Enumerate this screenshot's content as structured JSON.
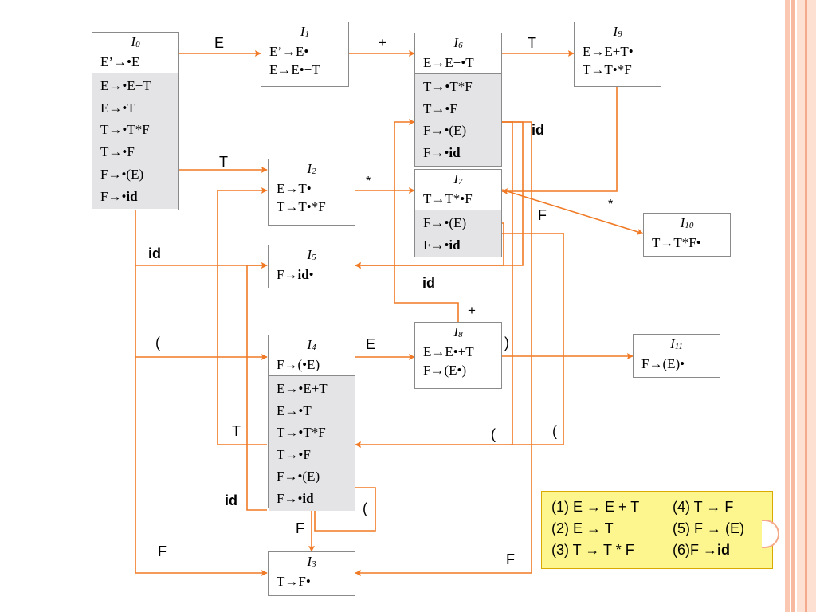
{
  "states": {
    "I0": {
      "name": "I",
      "sub": "0",
      "kernel": [
        "E’→•E"
      ],
      "closure": [
        "E→•E+T",
        "E→•T",
        "T→•T*F",
        "T→•F",
        "F→•(E)",
        "F→•id"
      ]
    },
    "I1": {
      "name": "I",
      "sub": "1",
      "kernel": [
        "E’→E•",
        "E→E•+T"
      ]
    },
    "I2": {
      "name": "I",
      "sub": "2",
      "kernel": [
        "E→T•",
        "T→T•*F"
      ]
    },
    "I3": {
      "name": "I",
      "sub": "3",
      "kernel": [
        "T→F•"
      ]
    },
    "I4": {
      "name": "I",
      "sub": "4",
      "kernel": [
        "F→(•E)"
      ],
      "closure": [
        "E→•E+T",
        "E→•T",
        "T→•T*F",
        "T→•F",
        "F→•(E)",
        "F→•id"
      ]
    },
    "I5": {
      "name": "I",
      "sub": "5",
      "kernel": [
        "F→id•"
      ]
    },
    "I6": {
      "name": "I",
      "sub": "6",
      "kernel": [
        "E→E+•T"
      ],
      "closure": [
        "T→•T*F",
        "T→•F",
        "F→•(E)",
        "F→•id"
      ]
    },
    "I7": {
      "name": "I",
      "sub": "7",
      "kernel": [
        "T→T*•F"
      ],
      "closure": [
        "F→•(E)",
        "F→•id"
      ]
    },
    "I8": {
      "name": "I",
      "sub": "8",
      "kernel": [
        "E→E•+T",
        "F→(E•)"
      ]
    },
    "I9": {
      "name": "I",
      "sub": "9",
      "kernel": [
        "E→E+T•",
        "T→T•*F"
      ]
    },
    "I10": {
      "name": "I",
      "sub": "10",
      "kernel": [
        "T→T*F•"
      ]
    },
    "I11": {
      "name": "I",
      "sub": "11",
      "kernel": [
        "F→(E)•"
      ]
    }
  },
  "edge_labels": {
    "i0_i1": "E",
    "i1_i6": "+",
    "i6_i9": "T",
    "i6_id": "id",
    "i0_i2": "T",
    "i2_i7": "*",
    "i9_i7": "*",
    "i7_i10": "F",
    "i0_id": "id",
    "i7_id": "id",
    "i8_i6": "+",
    "i0_paren": "(",
    "i4_i8": "E",
    "i8_i11": ")",
    "i4_t": "T",
    "i6_paren": "(",
    "i7_paren": "(",
    "i4_id": "id",
    "i4_paren": "(",
    "i4_f": "F",
    "i0_f": "F",
    "i6_f": "F"
  },
  "grammar": {
    "r1": "(1) E → E + T",
    "r4": "(4) T → F",
    "r2": "(2) E → T",
    "r5": "(5) F → (E)",
    "r3": "(3) T → T * F",
    "r6_prefix": "(6)F → ",
    "r6_id": "id"
  },
  "colors": {
    "arrow": "#f07a26",
    "closure_fill": "#e4e4e6",
    "grammar_fill": "#fdf68f"
  }
}
